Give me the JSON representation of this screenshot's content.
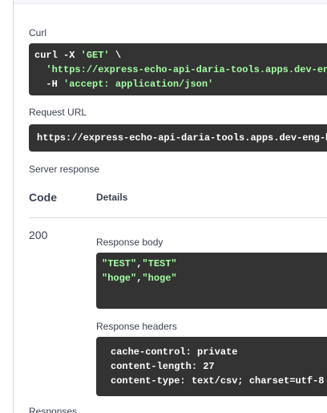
{
  "curl": {
    "label": "Curl",
    "cmd": "curl",
    "flag_x": "-X",
    "method": "'GET'",
    "backslash": "\\",
    "url": "'https://express-echo-api-daria-tools.apps.dev-eng-ho.com/...'",
    "flag_h": "-H",
    "header": "'accept: application/json'"
  },
  "request_url": {
    "label": "Request URL",
    "value": "https://express-echo-api-daria-tools.apps.dev-eng-ho.com/..."
  },
  "server_response": {
    "label": "Server response",
    "code_header": "Code",
    "details_header": "Details",
    "code": "200",
    "body_label": "Response body",
    "body_lines": [
      {
        "a": "\"TEST\"",
        "sep": ",",
        "b": "\"TEST\""
      },
      {
        "a": "\"hoge\"",
        "sep": ",",
        "b": "\"hoge\""
      }
    ],
    "headers_label": "Response headers",
    "headers": [
      "cache-control: private",
      "content-length: 27",
      "content-type: text/csv; charset=utf-8"
    ]
  },
  "responses": {
    "label": "Responses"
  }
}
